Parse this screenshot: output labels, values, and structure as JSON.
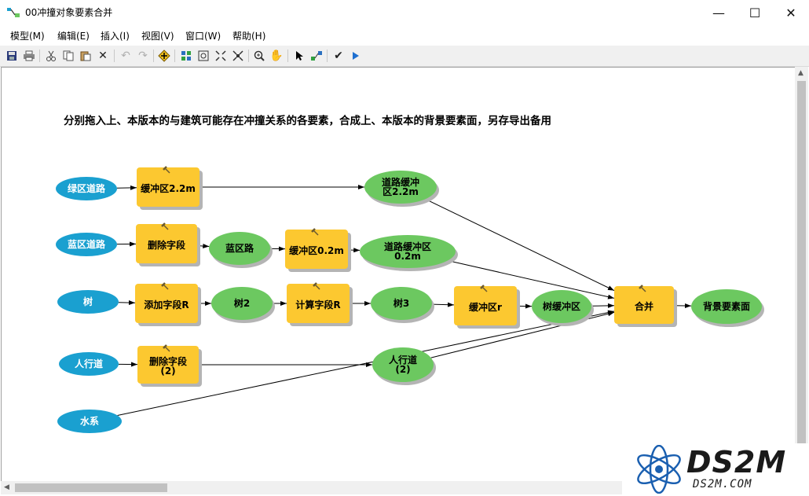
{
  "window": {
    "title": "00冲撞对象要素合并",
    "minimize": "—",
    "maximize": "☐",
    "close": "✕"
  },
  "menu": [
    "模型(M)",
    "编辑(E)",
    "插入(I)",
    "视图(V)",
    "窗口(W)",
    "帮助(H)"
  ],
  "toolbar_icons": [
    "save-icon",
    "print-icon",
    "cut-icon",
    "copy-icon",
    "paste-icon",
    "delete-icon",
    "undo-icon",
    "redo-icon",
    "add-data-icon",
    "auto-layout-icon",
    "full-extent-icon",
    "fixed-zoom-in-icon",
    "fixed-zoom-out-icon",
    "zoom-in-icon",
    "pan-icon",
    "select-icon",
    "connect-icon",
    "validate-icon",
    "run-icon"
  ],
  "model": {
    "note": "分别拖入上、本版本的与建筑可能存在冲撞关系的各要素，合成上、本版本的背景要素面，另存导出备用",
    "nodes": [
      {
        "id": "n1",
        "label": "绿区道路",
        "type": "input"
      },
      {
        "id": "n2",
        "label": "缓冲区2.2m",
        "type": "tool"
      },
      {
        "id": "n3",
        "label": "道路缓冲\n区2.2m",
        "type": "output"
      },
      {
        "id": "n4",
        "label": "蓝区道路",
        "type": "input"
      },
      {
        "id": "n5",
        "label": "删除字段",
        "type": "tool"
      },
      {
        "id": "n6",
        "label": "蓝区路",
        "type": "output"
      },
      {
        "id": "n7",
        "label": "缓冲区0.2m",
        "type": "tool"
      },
      {
        "id": "n8",
        "label": "道路缓冲区\n0.2m",
        "type": "output"
      },
      {
        "id": "n9",
        "label": "树",
        "type": "input"
      },
      {
        "id": "n10",
        "label": "添加字段R",
        "type": "tool"
      },
      {
        "id": "n11",
        "label": "树2",
        "type": "output"
      },
      {
        "id": "n12",
        "label": "计算字段R",
        "type": "tool"
      },
      {
        "id": "n13",
        "label": "树3",
        "type": "output"
      },
      {
        "id": "n14",
        "label": "缓冲区r",
        "type": "tool"
      },
      {
        "id": "n15",
        "label": "树缓冲区",
        "type": "output"
      },
      {
        "id": "n16",
        "label": "合并",
        "type": "tool"
      },
      {
        "id": "n17",
        "label": "背景要素面",
        "type": "output"
      },
      {
        "id": "n18",
        "label": "人行道",
        "type": "input"
      },
      {
        "id": "n19",
        "label": "删除字段\n(2)",
        "type": "tool"
      },
      {
        "id": "n20",
        "label": "人行道\n(2)",
        "type": "output"
      },
      {
        "id": "n21",
        "label": "水系",
        "type": "input"
      }
    ],
    "edges": [
      [
        "n1",
        "n2"
      ],
      [
        "n2",
        "n3"
      ],
      [
        "n3",
        "n16"
      ],
      [
        "n4",
        "n5"
      ],
      [
        "n5",
        "n6"
      ],
      [
        "n6",
        "n7"
      ],
      [
        "n7",
        "n8"
      ],
      [
        "n8",
        "n16"
      ],
      [
        "n9",
        "n10"
      ],
      [
        "n10",
        "n11"
      ],
      [
        "n11",
        "n12"
      ],
      [
        "n12",
        "n13"
      ],
      [
        "n13",
        "n14"
      ],
      [
        "n14",
        "n15"
      ],
      [
        "n15",
        "n16"
      ],
      [
        "n16",
        "n17"
      ],
      [
        "n18",
        "n19"
      ],
      [
        "n19",
        "n20"
      ],
      [
        "n20",
        "n16"
      ],
      [
        "n21",
        "n16"
      ]
    ]
  },
  "colors": {
    "input": "#1aa0d0",
    "tool": "#fcc830",
    "output": "#6cc860",
    "shadow": "#b4b4b4"
  },
  "watermark": {
    "main": "DS2M",
    "sub": "DS2M.COM"
  }
}
